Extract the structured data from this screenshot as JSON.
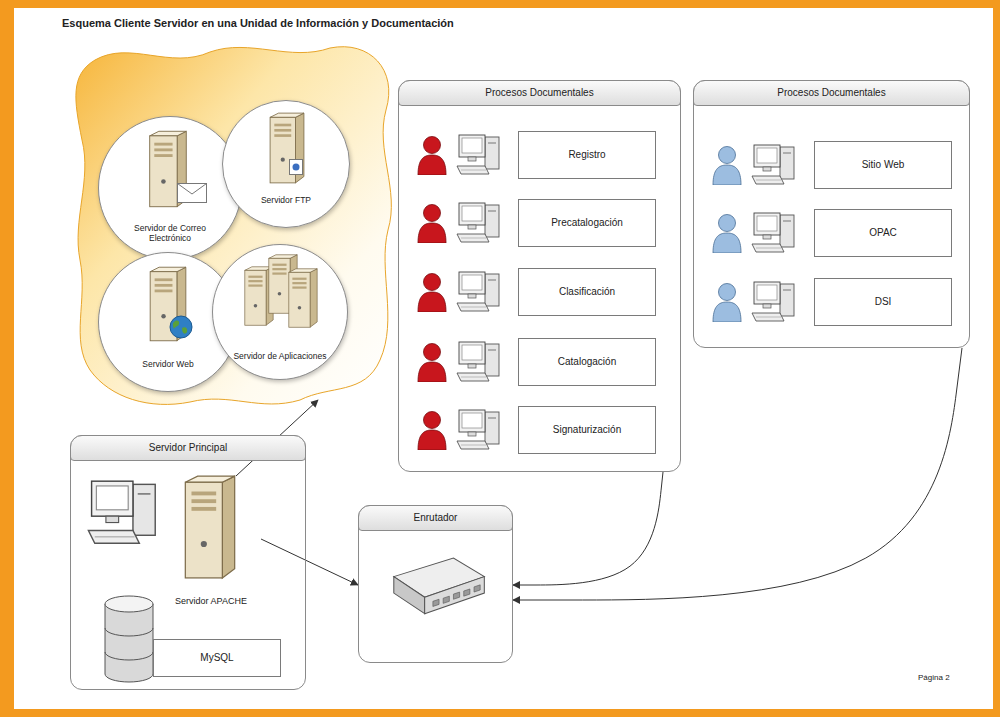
{
  "diagram": {
    "title": "Esquema Cliente Servidor en una Unidad de Información y Documentación",
    "nodes": [
      {
        "text": [
          "Servidor de Correo Electrónico"
        ]
      },
      {
        "text": [
          "Servidor FTP"
        ]
      },
      {
        "text": [
          "Servidor Web"
        ]
      },
      {
        "text": [
          "Servidor de Aplicaciones"
        ]
      },
      {
        "text": [
          "Procesos Documentales"
        ]
      },
      {
        "text": [
          "Registro"
        ],
        "in": 4
      },
      {
        "text": [
          "Precatalogación"
        ],
        "in": 4
      },
      {
        "text": [
          "Clasificación"
        ],
        "in": 4
      },
      {
        "text": [
          "Catalogación"
        ],
        "in": 4
      },
      {
        "text": [
          "Signaturización"
        ],
        "in": 4
      },
      {
        "text": [
          "Procesos Documentales"
        ]
      },
      {
        "text": [
          "Sitio Web"
        ],
        "in": 10
      },
      {
        "text": [
          "OPAC"
        ],
        "in": 10
      },
      {
        "text": [
          "DSI"
        ],
        "in": 10
      },
      {
        "text": [
          "Servidor Principal"
        ]
      },
      {
        "text": [
          "Servidor APACHE"
        ],
        "in": 14
      },
      {
        "text": [
          "MySQL"
        ],
        "in": 14
      },
      {
        "text": [
          "Enrutador"
        ]
      }
    ],
    "edges": [
      {
        "from": 4,
        "to": 17,
        "arrow": "to"
      },
      {
        "from": 10,
        "to": 17,
        "arrow": "to"
      },
      {
        "from": 15,
        "to": 17,
        "arrow": "to"
      }
    ],
    "labels": [
      "Página 2"
    ]
  }
}
